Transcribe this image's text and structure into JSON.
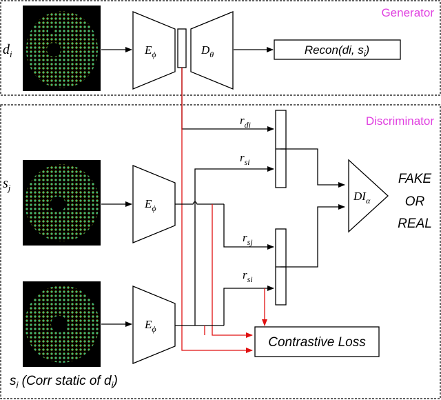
{
  "generator": {
    "section_label": "Generator",
    "input_label": "d",
    "input_sub": "i",
    "encoder_label": "E",
    "encoder_sub": "ϕ",
    "decoder_label": "D",
    "decoder_sub": "θ",
    "output_label": "Recon(di, s",
    "output_sub": "i",
    "output_close": ")"
  },
  "discriminator": {
    "section_label": "Discriminator",
    "input1_label": "s",
    "input1_sub": "j",
    "input2_label": "s",
    "input2_sub": "i",
    "input2_caption": " (Corr static of d",
    "input2_caption_sub": "i",
    "input2_caption_close": ")",
    "encoder1_label": "E",
    "encoder1_sub": "ϕ",
    "encoder2_label": "E",
    "encoder2_sub": "ϕ",
    "pair1_top_label": "r",
    "pair1_top_sub": "di",
    "pair1_bottom_label": "r",
    "pair1_bottom_sub": "si",
    "pair2_top_label": "r",
    "pair2_top_sub": "sj",
    "pair2_bottom_label": "r",
    "pair2_bottom_sub": "si",
    "di_label": "DI",
    "di_sub": "α",
    "output_lines": [
      "FAKE",
      "OR",
      "REAL"
    ],
    "loss_label": "Contrastive Loss"
  },
  "colors": {
    "section_label": "#e040e0",
    "red_path": "#e01010",
    "line": "#000000"
  }
}
